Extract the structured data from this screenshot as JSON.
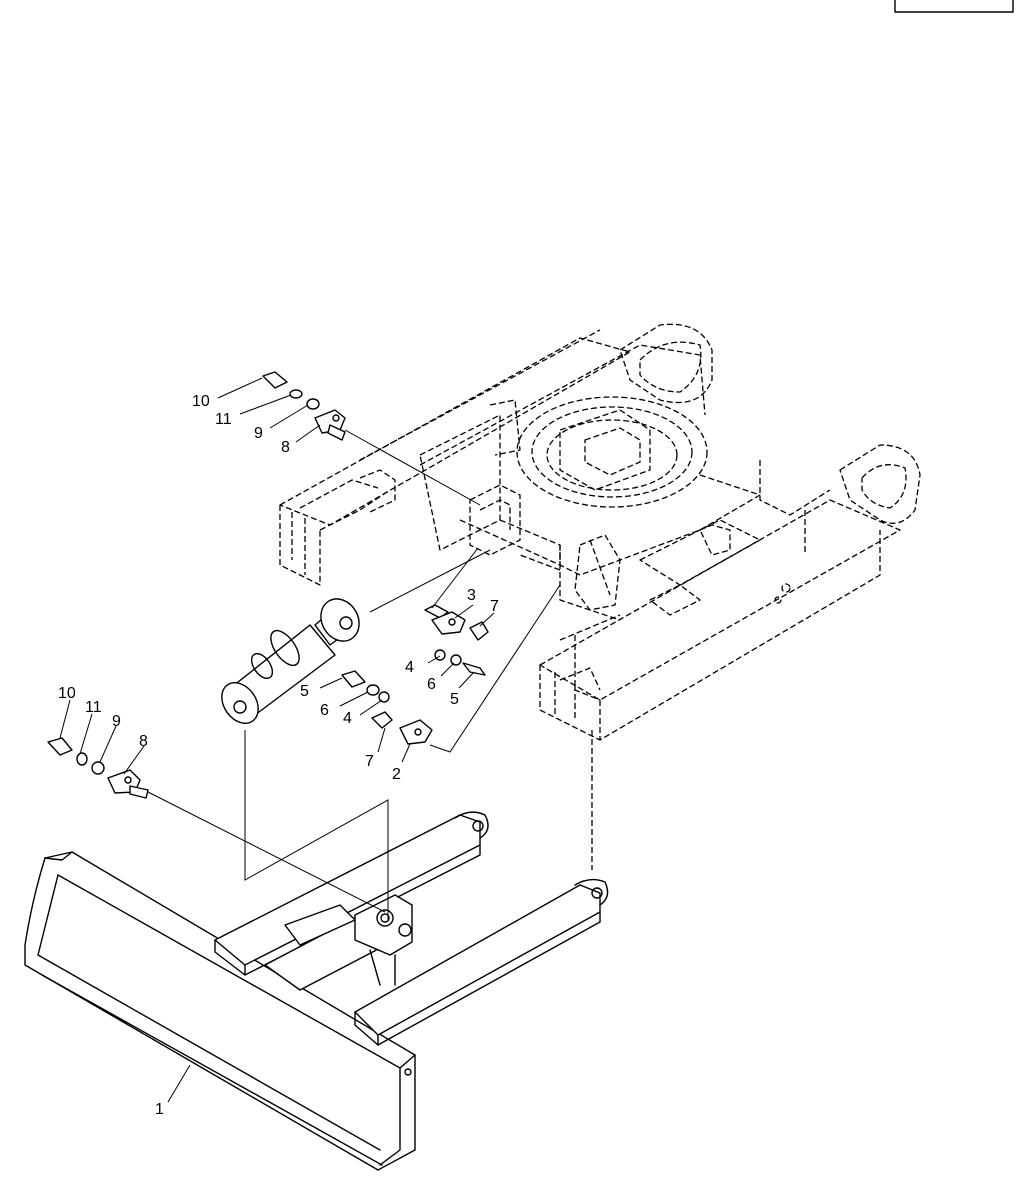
{
  "callouts": [
    {
      "id": "c-10a",
      "label": "10"
    },
    {
      "id": "c-11a",
      "label": "11"
    },
    {
      "id": "c-9a",
      "label": "9"
    },
    {
      "id": "c-8a",
      "label": "8"
    },
    {
      "id": "c-3",
      "label": "3"
    },
    {
      "id": "c-7a",
      "label": "7"
    },
    {
      "id": "c-4a",
      "label": "4"
    },
    {
      "id": "c-6a",
      "label": "6"
    },
    {
      "id": "c-5a",
      "label": "5"
    },
    {
      "id": "c-5b",
      "label": "5"
    },
    {
      "id": "c-6b",
      "label": "6"
    },
    {
      "id": "c-4b",
      "label": "4"
    },
    {
      "id": "c-7b",
      "label": "7"
    },
    {
      "id": "c-2",
      "label": "2"
    },
    {
      "id": "c-10b",
      "label": "10"
    },
    {
      "id": "c-11b",
      "label": "11"
    },
    {
      "id": "c-9b",
      "label": "9"
    },
    {
      "id": "c-8b",
      "label": "8"
    },
    {
      "id": "c-1",
      "label": "1"
    }
  ]
}
